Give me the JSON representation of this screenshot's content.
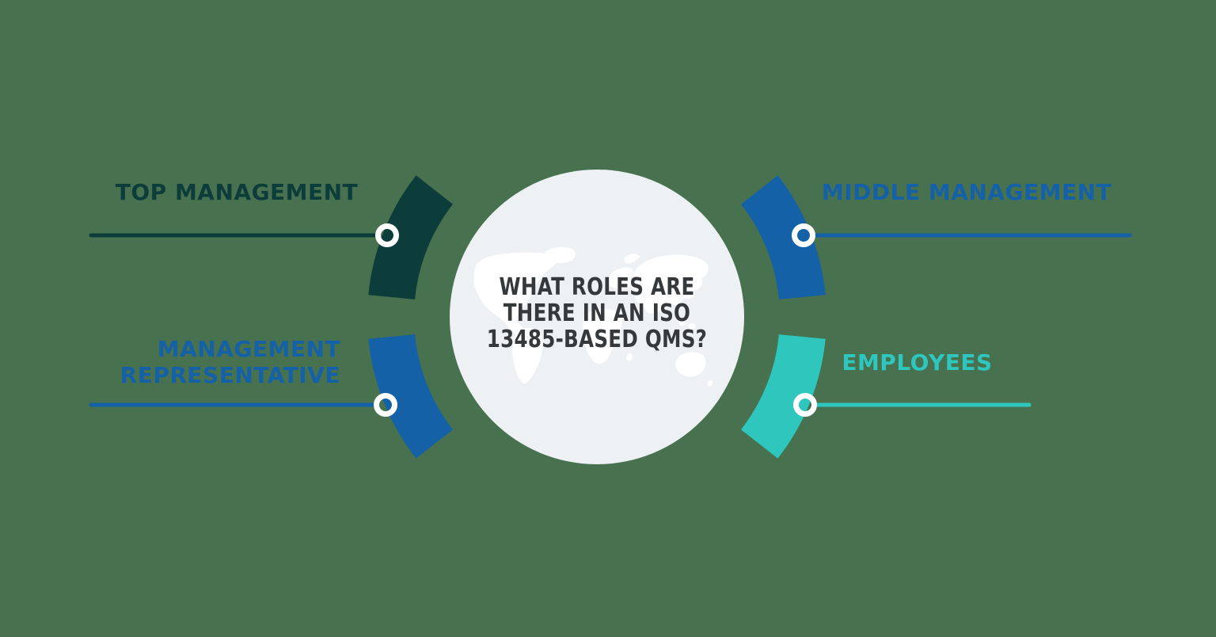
{
  "background_color": "#47714f",
  "center_circle": {
    "fill": "#eef1f3",
    "map_color": "#ffffff",
    "title": {
      "text": "WHAT ROLES ARE THERE IN AN ISO 13485-BASED QMS?",
      "color": "#36393c",
      "lines": [
        "WHAT ROLES ARE",
        "THERE IN AN ISO",
        "13485-BASED QMS?"
      ]
    }
  },
  "roles": [
    {
      "id": "top-management",
      "label": "TOP MANAGEMENT",
      "color": "#0d3d3a",
      "position": "top-left"
    },
    {
      "id": "middle-management",
      "label": "MIDDLE MANAGEMENT",
      "color": "#1561a7",
      "position": "top-right"
    },
    {
      "id": "management-representative",
      "label": "MANAGEMENT REPRESENTATIVE",
      "lines": [
        "MANAGEMENT",
        "REPRESENTATIVE"
      ],
      "color": "#1561a7",
      "position": "bottom-left"
    },
    {
      "id": "employees",
      "label": "EMPLOYEES",
      "color": "#2ec6bd",
      "position": "bottom-right"
    }
  ]
}
